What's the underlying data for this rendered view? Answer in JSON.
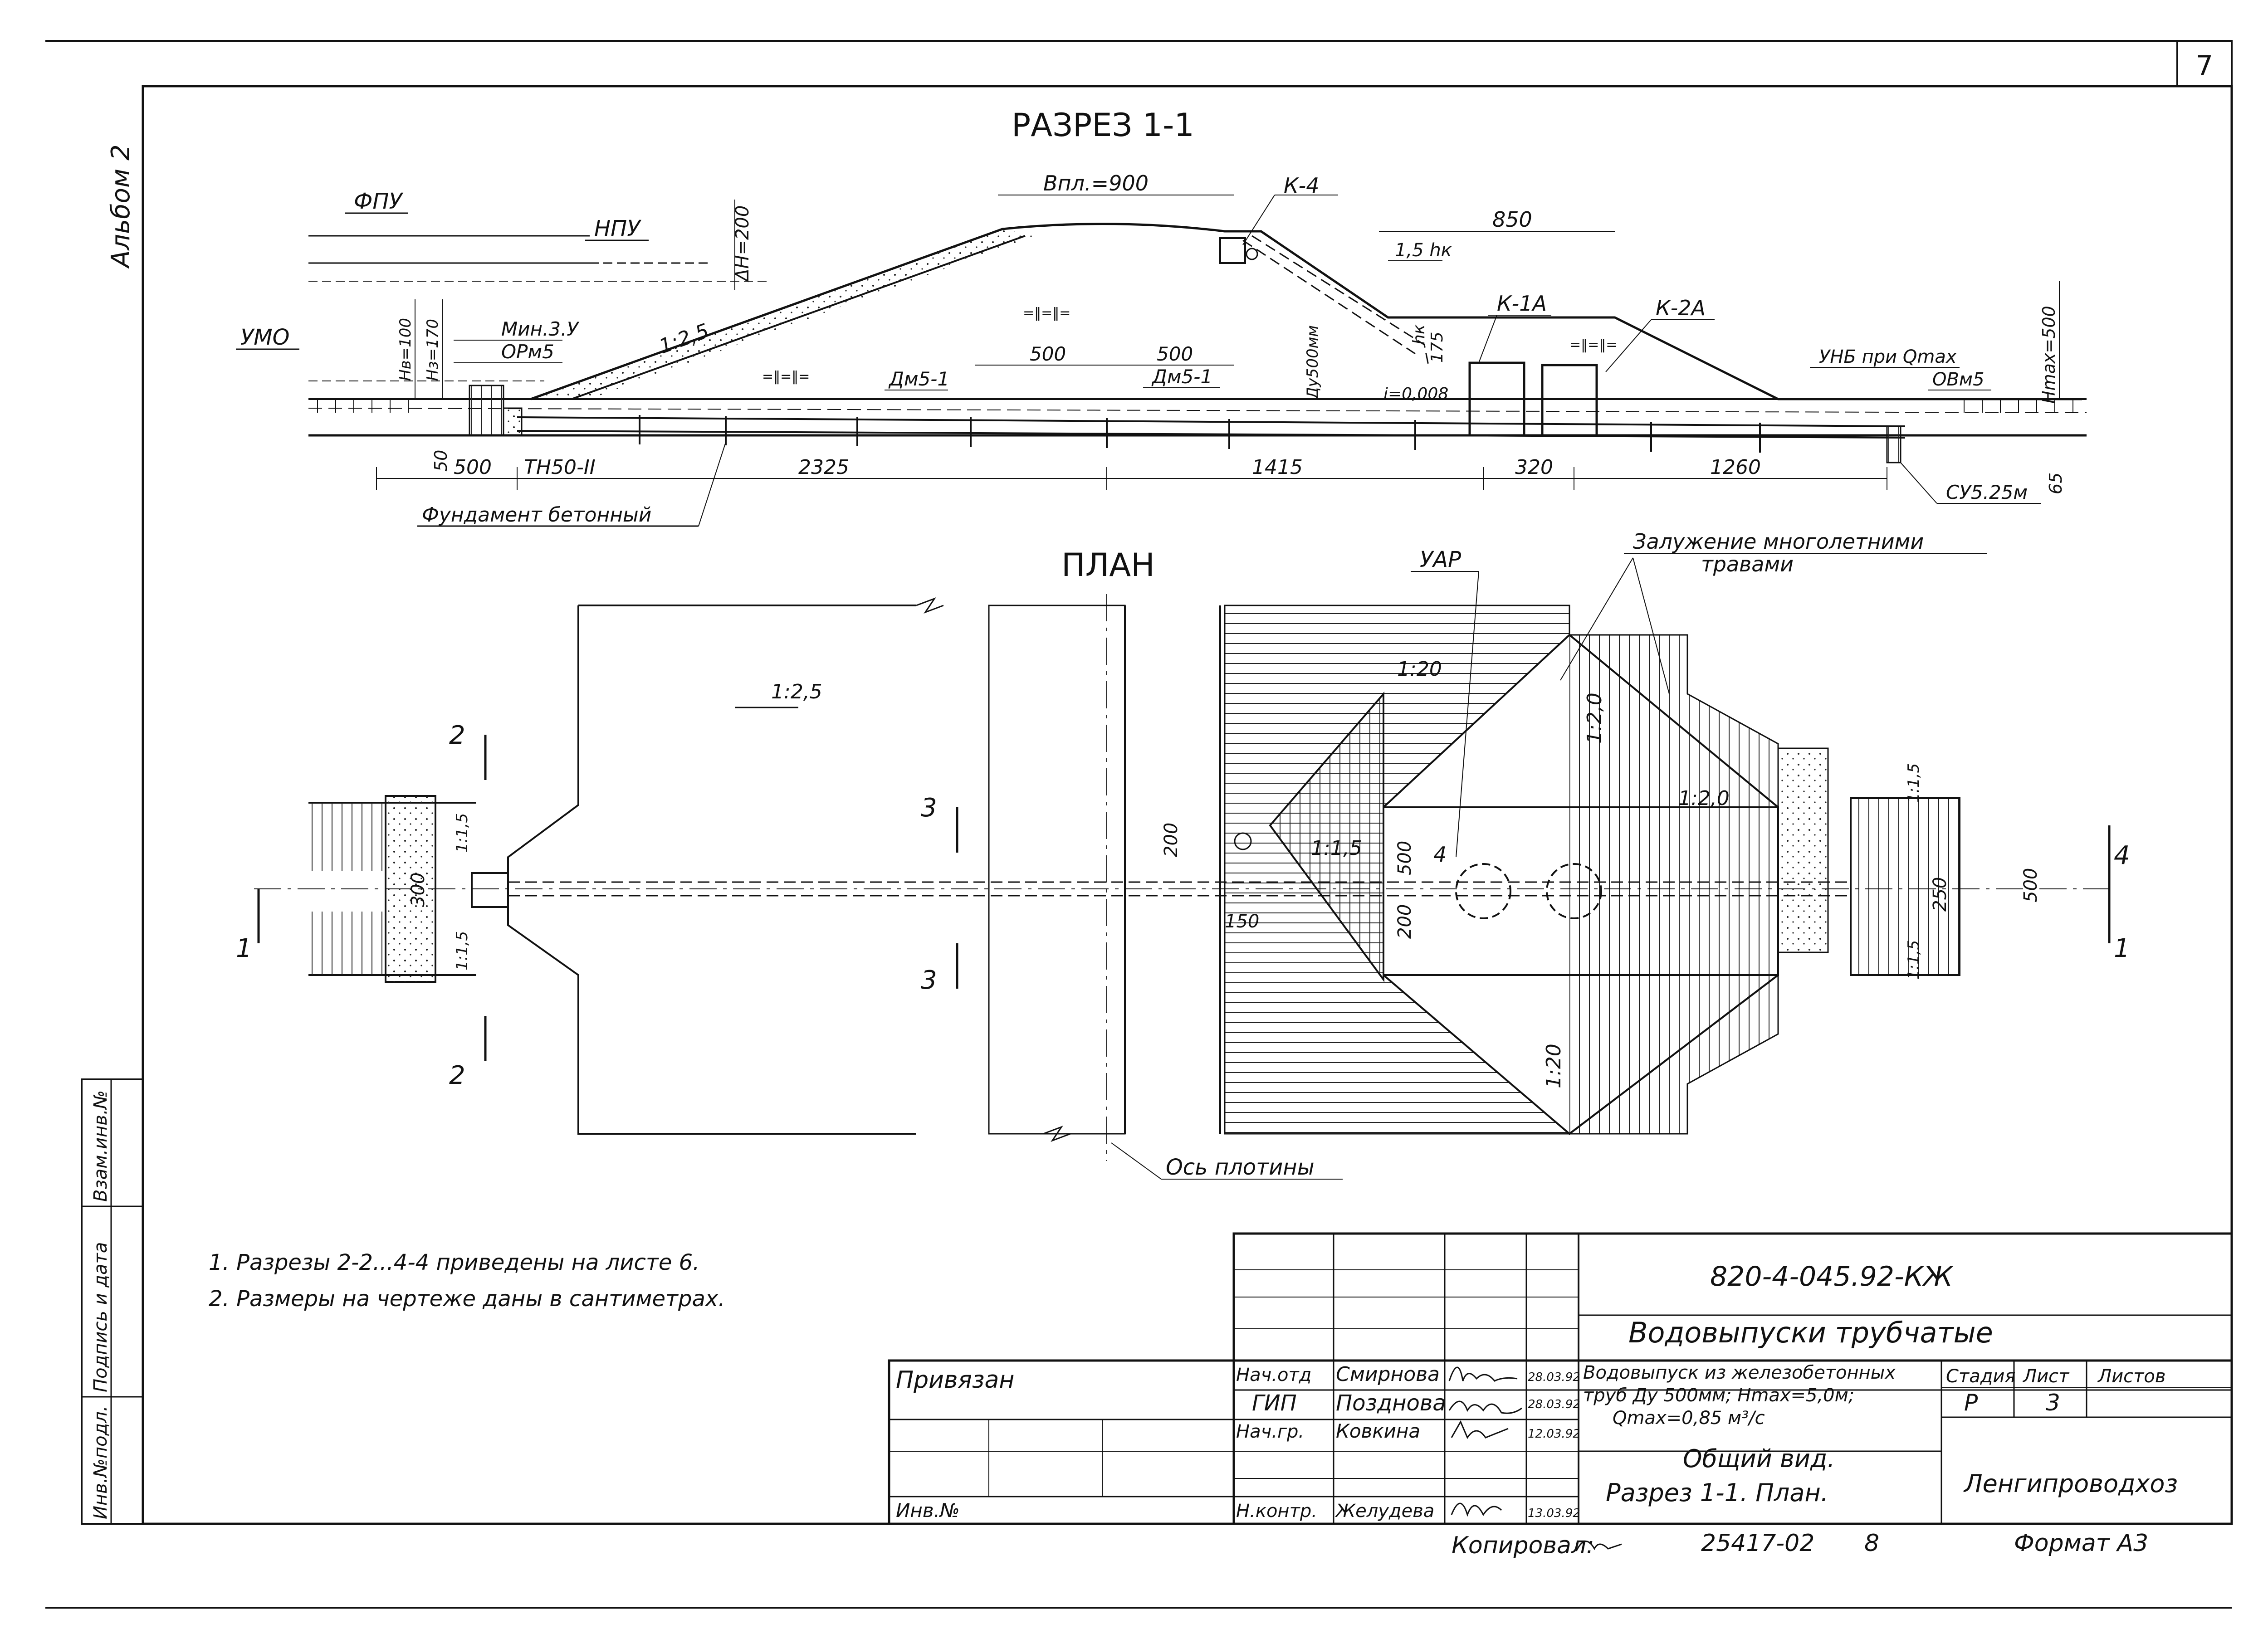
{
  "page_number": "7",
  "album": "Альбом 2",
  "section_title": "РАЗРЕЗ 1-1",
  "plan_title": "ПЛАН",
  "section_labels": {
    "fpu": "ФПУ",
    "npu": "НПУ",
    "umo": "УМО",
    "dh": "ΔH=200",
    "bpl": "Bпл.=900",
    "k4": "К-4",
    "d850": "850",
    "hk15": "1,5 hк",
    "hk": "hк",
    "d175": "175",
    "k1a": "К-1А",
    "k2a": "К-2А",
    "hmax": "Hmax=500",
    "hv100": "Hв=100",
    "h170": "Hз=170",
    "min3u": "Мин.3.У",
    "orm5": "ОРм5",
    "slope25": "1:2,5",
    "dm51a": "Дм5-1",
    "dm51b": "Дм5-1",
    "d500a": "500",
    "d500b": "500",
    "dy500": "Ду500мм",
    "slope_i": "i=0,008",
    "unb": "УНБ при Qmax",
    "ovm5": "ОВм5",
    "d50": "50",
    "d500c": "500",
    "tn50": "ТН50-II",
    "d2325": "2325",
    "d1415": "1415",
    "d320": "320",
    "d1260": "1260",
    "su525": "СУ5.25м",
    "d65": "65",
    "foundation": "Фундамент бетонный",
    "eqsign": "=‖=‖="
  },
  "plan_labels": {
    "uar": "УАР",
    "grass": "Залужение многолетними",
    "grass2": "травами",
    "slope25": "1:2,5",
    "s2top": "2",
    "s2bot": "2",
    "s1left": "1",
    "s1right": "1",
    "s3top": "3",
    "s3bot": "3",
    "s4": "4",
    "s4b": "4",
    "slope20a": "1:20",
    "slope20b": "1:20",
    "slope20c": "1:2,0",
    "slope20d": "1:2,0",
    "slope15": "1:1,5",
    "slope15a": "1:1,5",
    "slope15b": "1:1,5",
    "slope15c": "1:1,5",
    "slope15d": "1:1,5",
    "d300": "300",
    "d200a": "200",
    "d150": "150",
    "d500p": "500",
    "d200b": "200",
    "d250": "250",
    "d500r": "500",
    "dam_axis": "Ось плотины"
  },
  "notes": [
    "1. Разрезы 2-2...4-4 приведены на листе 6.",
    "2. Размеры на чертеже даны в сантиметрах."
  ],
  "side_stamp": [
    "Инв.№подл.",
    "Подпись и дата",
    "Взам.инв.№"
  ],
  "title_block": {
    "doc_code": "820-4-045.92-КЖ",
    "project": "Водовыпуски трубчатые",
    "desc1": "Водовыпуск из железобетонных",
    "desc2": "труб Ду 500мм; Hmax=5,0м;",
    "desc3": "Qmax=0,85 м³/с",
    "sheet_title1": "Общий вид.",
    "sheet_title2": "Разрез 1-1. План.",
    "stage_h": "Стадия",
    "sheet_h": "Лист",
    "sheets_h": "Листов",
    "stage": "Р",
    "sheet": "3",
    "org": "Ленгипроводхоз",
    "bound": "Привязан",
    "inv": "Инв.№",
    "roles": [
      "Нач.отд",
      "ГИП",
      "Нач.гр.",
      "Н.контр."
    ],
    "names": [
      "Смирнова",
      "Позднова",
      "Ковкина",
      "Желудева"
    ],
    "dates": [
      "28.03.92",
      "28.03.92",
      "12.03.92",
      "13.03.92"
    ]
  },
  "footer": {
    "copied": "Копировал:",
    "num": "25417-02",
    "num2": "8",
    "format": "Формат А3"
  }
}
